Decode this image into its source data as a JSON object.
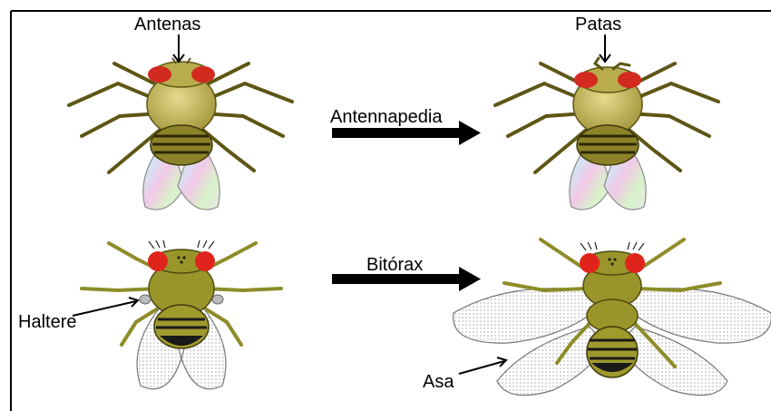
{
  "labels": {
    "antenas": "Antenas",
    "patas": "Patas",
    "antennapedia": "Antennapedia",
    "bitorax": "Bitórax",
    "haltere": "Haltere",
    "asa": "Asa"
  },
  "colors": {
    "body_olive": "#9e9a2c",
    "body_dark": "#4e4c10",
    "eye_red": "#e0241c",
    "thorax_tan": "#c9bd63",
    "wing_gray": "#bdbdbd",
    "abdomen_black": "#1a1a1a"
  }
}
